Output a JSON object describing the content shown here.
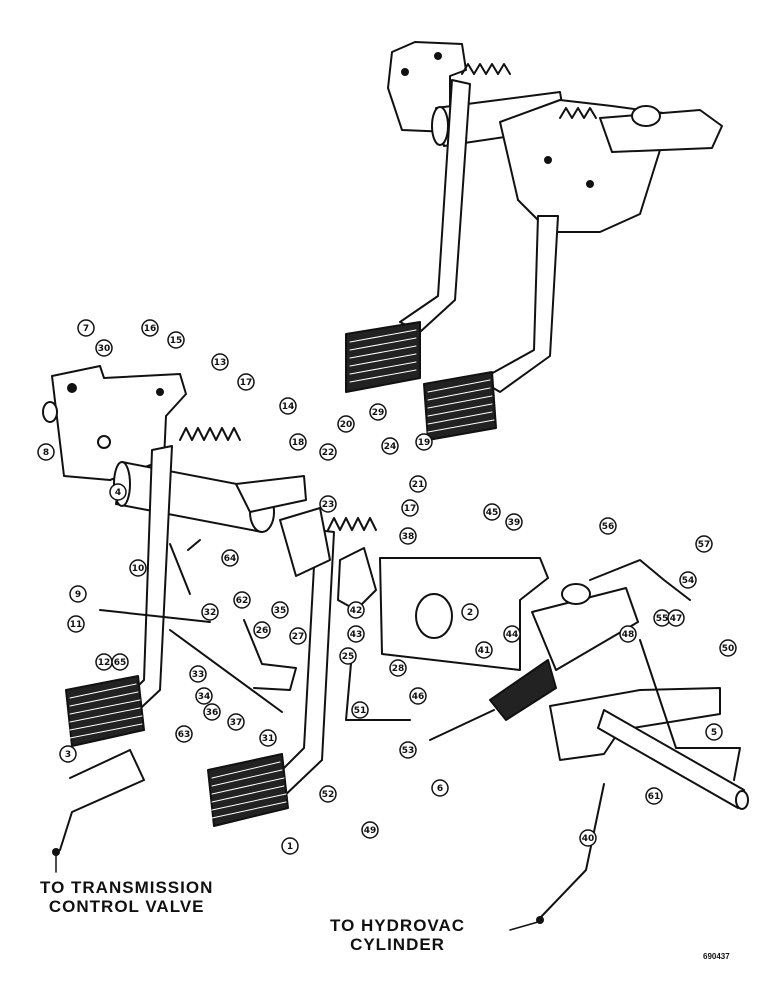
{
  "notes": {
    "transmission": [
      "TO TRANSMISSION",
      "CONTROL VALVE"
    ],
    "hydrovac": [
      "TO HYDROVAC",
      "CYLINDER"
    ]
  },
  "figure_code": "690437",
  "callouts": [
    "7",
    "16",
    "15",
    "30",
    "13",
    "17",
    "14",
    "8",
    "4",
    "18",
    "20",
    "29",
    "22",
    "23",
    "24",
    "19",
    "21",
    "17",
    "64",
    "9",
    "10",
    "11",
    "12",
    "65",
    "32",
    "62",
    "35",
    "26",
    "27",
    "33",
    "34",
    "36",
    "37",
    "31",
    "3",
    "63",
    "1",
    "2",
    "41",
    "42",
    "43",
    "25",
    "28",
    "46",
    "45",
    "39",
    "38",
    "56",
    "57",
    "54",
    "55",
    "47",
    "48",
    "44",
    "50",
    "51",
    "52",
    "49",
    "53",
    "6",
    "5",
    "61",
    "40"
  ]
}
